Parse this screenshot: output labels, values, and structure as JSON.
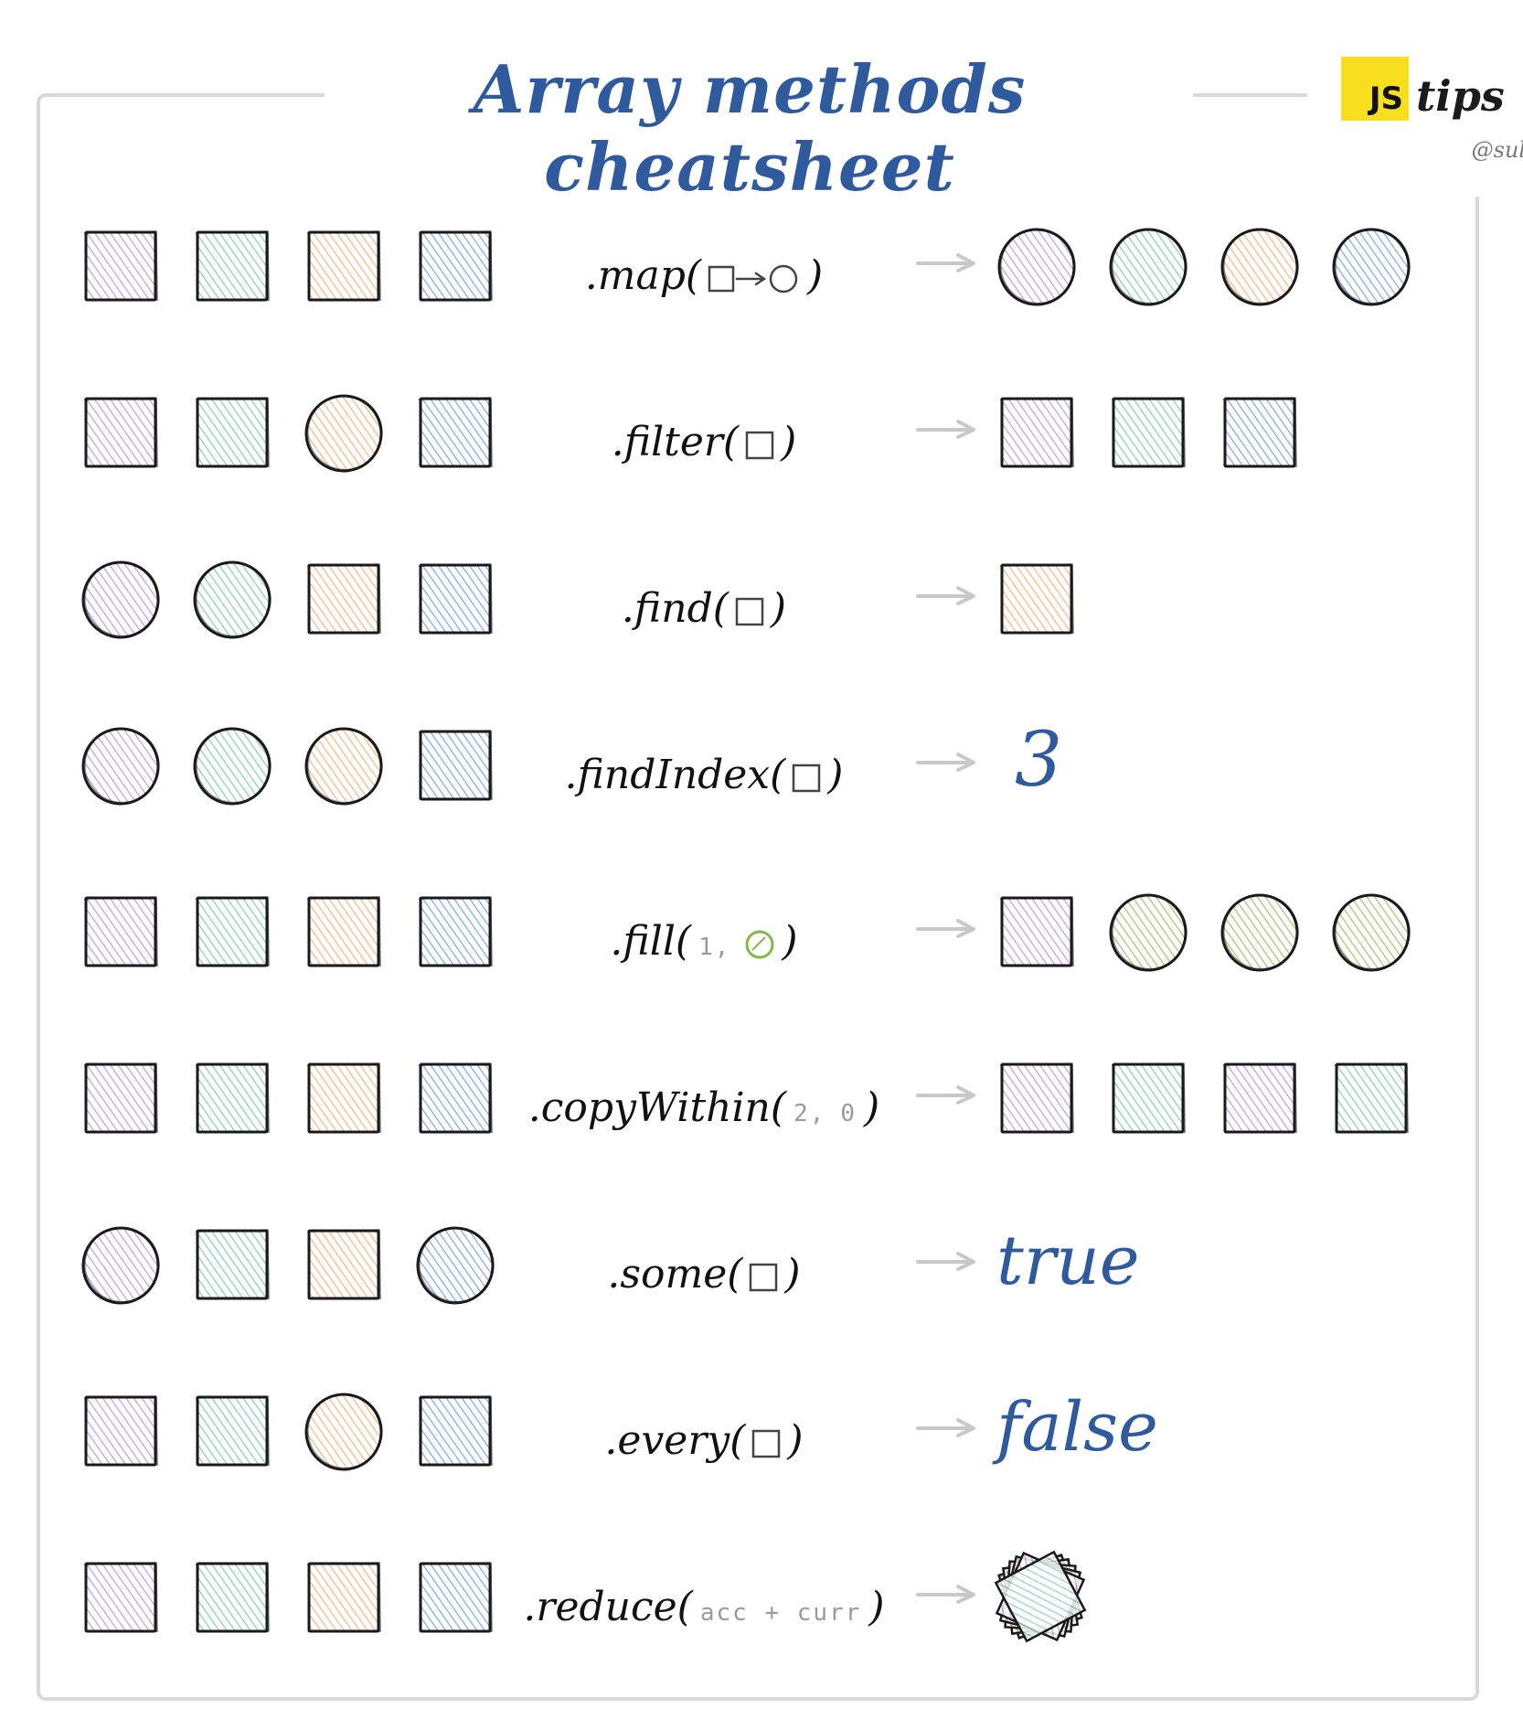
{
  "title": "Array methods cheatsheet",
  "badge": {
    "js": "JS",
    "tips": "tips",
    "handle": "@sulco"
  },
  "colors": {
    "purple": "#b07fe0",
    "green": "#64c29b",
    "orange": "#f2a15f",
    "blue": "#5c8fe0",
    "lime": "#82b84a",
    "ink": "#1a1a1a",
    "result_text": "#2f5a9e",
    "arrow": "#c8c8c8"
  },
  "rows": [
    {
      "method": ".map(",
      "args": [
        {
          "type": "icon",
          "shape": "square-to-circle"
        }
      ],
      "close": ")",
      "input": [
        [
          "square",
          "purple"
        ],
        [
          "square",
          "green"
        ],
        [
          "square",
          "orange"
        ],
        [
          "square",
          "blue"
        ]
      ],
      "output": {
        "type": "shapes",
        "items": [
          [
            "circle",
            "purple"
          ],
          [
            "circle",
            "green"
          ],
          [
            "circle",
            "orange"
          ],
          [
            "circle",
            "blue"
          ]
        ]
      }
    },
    {
      "method": ".filter(",
      "args": [
        {
          "type": "icon",
          "shape": "square"
        }
      ],
      "close": ")",
      "input": [
        [
          "square",
          "purple"
        ],
        [
          "square",
          "green"
        ],
        [
          "circle",
          "orange"
        ],
        [
          "square",
          "blue"
        ]
      ],
      "output": {
        "type": "shapes",
        "items": [
          [
            "square",
            "purple"
          ],
          [
            "square",
            "green"
          ],
          [
            "square",
            "blue"
          ]
        ]
      }
    },
    {
      "method": ".find(",
      "args": [
        {
          "type": "icon",
          "shape": "square"
        }
      ],
      "close": ")",
      "input": [
        [
          "circle",
          "purple"
        ],
        [
          "circle",
          "green"
        ],
        [
          "square",
          "orange"
        ],
        [
          "square",
          "blue"
        ]
      ],
      "output": {
        "type": "shapes",
        "items": [
          [
            "square",
            "orange"
          ]
        ]
      }
    },
    {
      "method": ".findIndex(",
      "args": [
        {
          "type": "icon",
          "shape": "square"
        }
      ],
      "close": ")",
      "input": [
        [
          "circle",
          "purple"
        ],
        [
          "circle",
          "green"
        ],
        [
          "circle",
          "orange"
        ],
        [
          "square",
          "blue"
        ]
      ],
      "output": {
        "type": "text",
        "value": "3"
      }
    },
    {
      "method": ".fill(",
      "args": [
        {
          "type": "text",
          "value": "1,"
        },
        {
          "type": "icon",
          "shape": "lime-circle"
        }
      ],
      "close": ")",
      "input": [
        [
          "square",
          "purple"
        ],
        [
          "square",
          "green"
        ],
        [
          "square",
          "orange"
        ],
        [
          "square",
          "blue"
        ]
      ],
      "output": {
        "type": "shapes",
        "items": [
          [
            "square",
            "purple"
          ],
          [
            "circle",
            "lime"
          ],
          [
            "circle",
            "lime"
          ],
          [
            "circle",
            "lime"
          ]
        ]
      }
    },
    {
      "method": ".copyWithin(",
      "args": [
        {
          "type": "text",
          "value": "2,"
        },
        {
          "type": "text",
          "value": "0"
        }
      ],
      "close": ")",
      "input": [
        [
          "square",
          "purple"
        ],
        [
          "square",
          "green"
        ],
        [
          "square",
          "orange"
        ],
        [
          "square",
          "blue"
        ]
      ],
      "output": {
        "type": "shapes",
        "items": [
          [
            "square",
            "purple"
          ],
          [
            "square",
            "green"
          ],
          [
            "square",
            "purple"
          ],
          [
            "square",
            "green"
          ]
        ]
      }
    },
    {
      "method": ".some(",
      "args": [
        {
          "type": "icon",
          "shape": "square"
        }
      ],
      "close": ")",
      "input": [
        [
          "circle",
          "purple"
        ],
        [
          "square",
          "green"
        ],
        [
          "square",
          "orange"
        ],
        [
          "circle",
          "blue"
        ]
      ],
      "output": {
        "type": "text",
        "value": "true"
      }
    },
    {
      "method": ".every(",
      "args": [
        {
          "type": "icon",
          "shape": "square"
        }
      ],
      "close": ")",
      "input": [
        [
          "square",
          "purple"
        ],
        [
          "square",
          "green"
        ],
        [
          "circle",
          "orange"
        ],
        [
          "square",
          "blue"
        ]
      ],
      "output": {
        "type": "text",
        "value": "false"
      }
    },
    {
      "method": ".reduce(",
      "args": [
        {
          "type": "text",
          "value": "acc + curr"
        }
      ],
      "close": ")",
      "input": [
        [
          "square",
          "purple"
        ],
        [
          "square",
          "green"
        ],
        [
          "square",
          "orange"
        ],
        [
          "square",
          "blue"
        ]
      ],
      "output": {
        "type": "stack"
      }
    }
  ]
}
